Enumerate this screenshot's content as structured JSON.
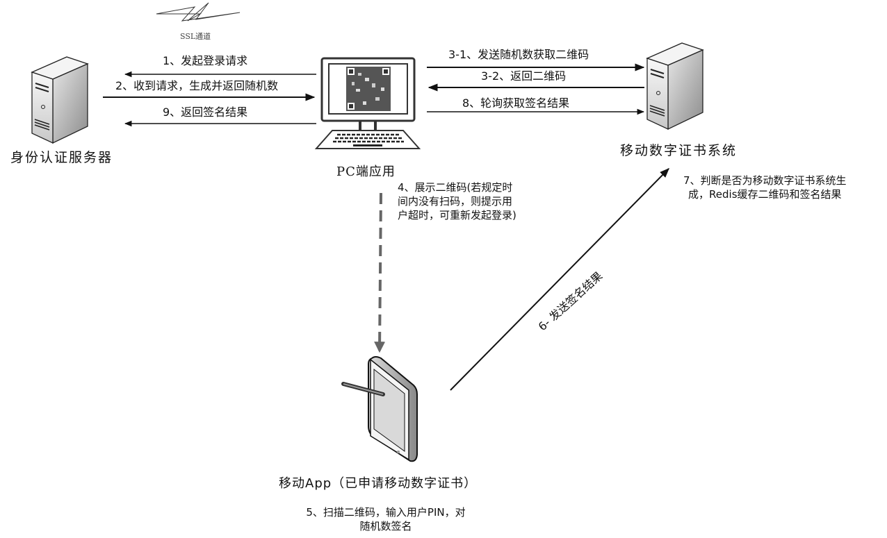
{
  "nodes": {
    "auth_server": {
      "label": "身份认证服务器",
      "icon": "server-icon"
    },
    "pc_app": {
      "label": "PC端应用",
      "icon": "desktop-computer-icon",
      "screen": "qr-code-icon"
    },
    "cert_system": {
      "label": "移动数字证书系统",
      "icon": "server-icon"
    },
    "mobile_app": {
      "label": "移动App（已申请移动数字证书）",
      "icon": "tablet-with-stylus-icon"
    }
  },
  "ssl_channel": {
    "label": "SSL通道",
    "icon": "lightning-bolt-icon"
  },
  "steps": {
    "s1": "1、发起登录请求",
    "s2": "2、收到请求，生成并返回随机数",
    "s9": "9、返回签名结果",
    "s3_1": "3-1、发送随机数获取二维码",
    "s3_2": "3-2、返回二维码",
    "s8": "8、轮询获取签名结果",
    "s4_lines": [
      "4、展示二维码(若规定时",
      "间内没有扫码，则提示用",
      "户超时，可重新发起登录)"
    ],
    "s5_lines": [
      "5、扫描二维码，输入用户PIN，对",
      "随机数签名"
    ],
    "s6": "6- 发送签名结果",
    "s7_lines": [
      "7、判断是否为移动数字证书系统生",
      "成，Redis缓存二维码和签名结果"
    ]
  },
  "colors": {
    "line": "#111111",
    "dashed": "#666666",
    "server_light": "#f2f2f2",
    "server_dark": "#9a9a9a"
  }
}
